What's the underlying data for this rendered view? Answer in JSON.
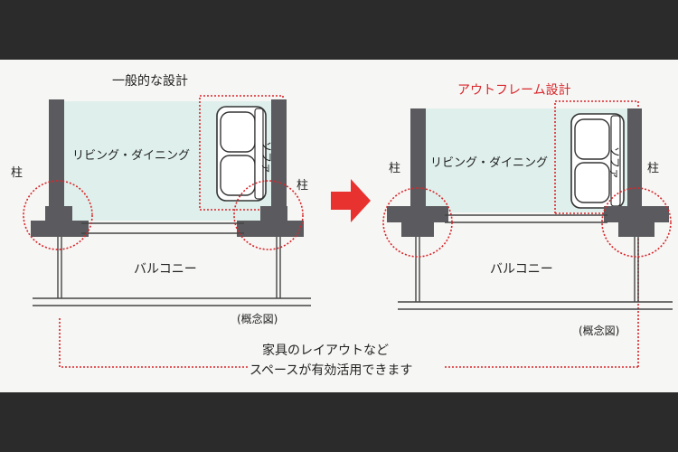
{
  "left": {
    "title": "一般的な設計",
    "room": "リビング・ダイニング",
    "sofa": "ソファ",
    "pillar_left": "柱",
    "pillar_right": "柱",
    "balcony": "バルコニー",
    "concept": "(概念図)"
  },
  "right": {
    "title": "アウトフレーム設計",
    "room": "リビング・ダイニング",
    "sofa": "ソファ",
    "pillar_left": "柱",
    "pillar_right": "柱",
    "balcony": "バルコニー",
    "concept": "(概念図)"
  },
  "caption": {
    "line1": "家具のレイアウトなど",
    "line2": "スペースが有効活用できます"
  },
  "colors": {
    "room_fill": "#dff0ec",
    "wall": "#5b5b5f",
    "accent_red": "#d9262b",
    "arrow": "#e8322f"
  }
}
